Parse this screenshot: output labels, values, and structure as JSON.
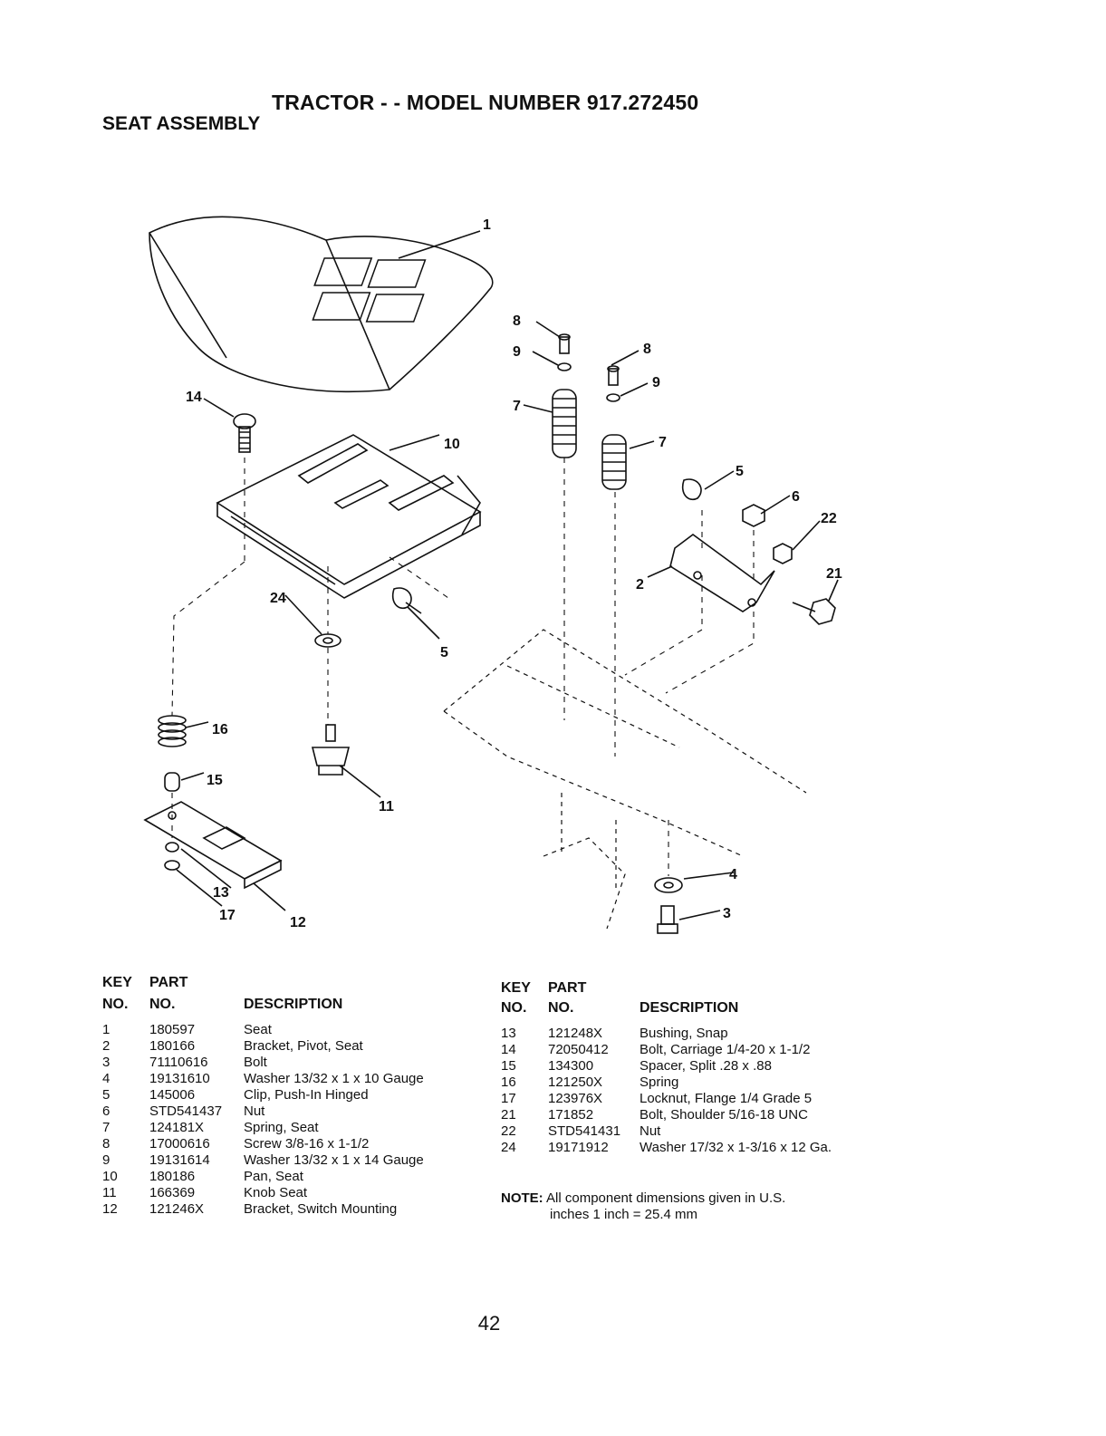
{
  "header": {
    "title": "TRACTOR - - MODEL NUMBER 917.272450",
    "subtitle": "SEAT ASSEMBLY"
  },
  "diagram": {
    "callouts": [
      "1",
      "14",
      "10",
      "8",
      "9",
      "7",
      "8",
      "9",
      "7",
      "5",
      "6",
      "22",
      "21",
      "2",
      "24",
      "5",
      "16",
      "15",
      "11",
      "13",
      "17",
      "12",
      "4",
      "3"
    ]
  },
  "parts_table": {
    "headers": {
      "key_top": "KEY",
      "key_bottom": "NO.",
      "part_top": "PART",
      "part_bottom": "NO.",
      "description": "DESCRIPTION"
    },
    "left": [
      {
        "key": "1",
        "part": "180597",
        "desc": "Seat"
      },
      {
        "key": "2",
        "part": "180166",
        "desc": "Bracket, Pivot, Seat"
      },
      {
        "key": "3",
        "part": "71110616",
        "desc": "Bolt"
      },
      {
        "key": "4",
        "part": "19131610",
        "desc": "Washer 13/32 x 1 x 10 Gauge"
      },
      {
        "key": "5",
        "part": "145006",
        "desc": "Clip, Push-In Hinged"
      },
      {
        "key": "6",
        "part": "STD541437",
        "desc": "Nut"
      },
      {
        "key": "7",
        "part": "124181X",
        "desc": "Spring, Seat"
      },
      {
        "key": "8",
        "part": "17000616",
        "desc": "Screw 3/8-16 x 1-1/2"
      },
      {
        "key": "9",
        "part": "19131614",
        "desc": "Washer 13/32 x 1 x 14 Gauge"
      },
      {
        "key": "10",
        "part": "180186",
        "desc": "Pan, Seat"
      },
      {
        "key": "11",
        "part": "166369",
        "desc": "Knob Seat"
      },
      {
        "key": "12",
        "part": "121246X",
        "desc": "Bracket, Switch Mounting"
      }
    ],
    "right": [
      {
        "key": "13",
        "part": "121248X",
        "desc": "Bushing, Snap"
      },
      {
        "key": "14",
        "part": "72050412",
        "desc": "Bolt, Carriage 1/4-20 x 1-1/2"
      },
      {
        "key": "15",
        "part": "134300",
        "desc": "Spacer, Split .28 x .88"
      },
      {
        "key": "16",
        "part": "121250X",
        "desc": "Spring"
      },
      {
        "key": "17",
        "part": "123976X",
        "desc": "Locknut, Flange 1/4 Grade 5"
      },
      {
        "key": "21",
        "part": "171852",
        "desc": "Bolt, Shoulder 5/16-18 UNC"
      },
      {
        "key": "22",
        "part": "STD541431",
        "desc": "Nut"
      },
      {
        "key": "24",
        "part": "19171912",
        "desc": "Washer 17/32 x 1-3/16 x 12 Ga."
      }
    ]
  },
  "note": {
    "label": "NOTE:",
    "line1": "All component dimensions given in U.S.",
    "line2": "inches 1 inch = 25.4 mm"
  },
  "page_number": "42"
}
